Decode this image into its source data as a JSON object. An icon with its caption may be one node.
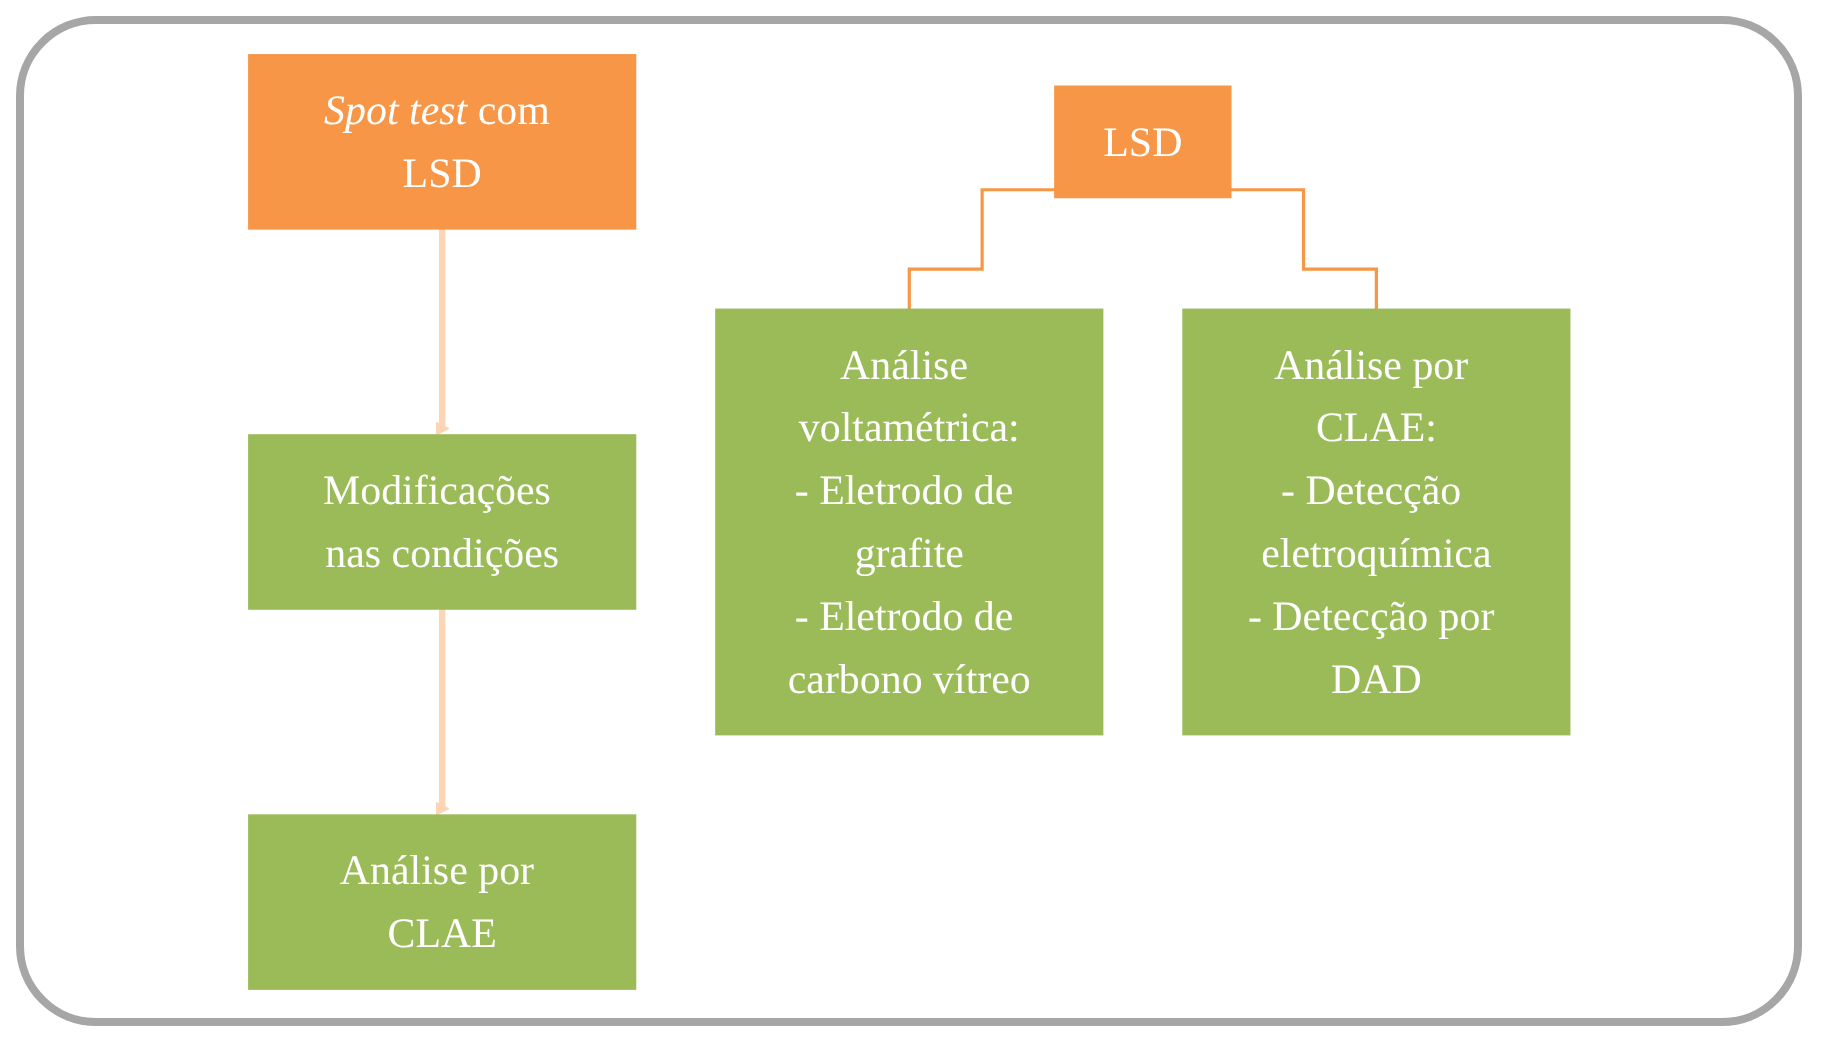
{
  "diagram": {
    "nodes": [
      {
        "text": [
          "*Spot test* com LSD"
        ]
      },
      {
        "text": [
          "Modificações nas condições"
        ]
      },
      {
        "text": [
          "Análise por CLAE"
        ]
      },
      {
        "text": [
          "LSD"
        ]
      },
      {
        "text": [
          "Análise voltamétrica:",
          "- Eletrodo de grafite",
          "- Eletrodo de carbono vítreo"
        ]
      },
      {
        "text": [
          "Análise por CLAE:",
          "- Detecção eletroquímica",
          "- Detecção por DAD"
        ]
      }
    ],
    "edges": [
      {
        "from": 0,
        "to": 1,
        "arrow": "to",
        "style": "thick",
        "color": "#fbd5b5"
      },
      {
        "from": 1,
        "to": 2,
        "arrow": "to",
        "style": "thick",
        "color": "#fbd5b5"
      },
      {
        "from": 3,
        "to": 4,
        "arrow": "none",
        "color": "#f79646"
      },
      {
        "from": 3,
        "to": 5,
        "arrow": "none",
        "color": "#f79646"
      }
    ]
  }
}
